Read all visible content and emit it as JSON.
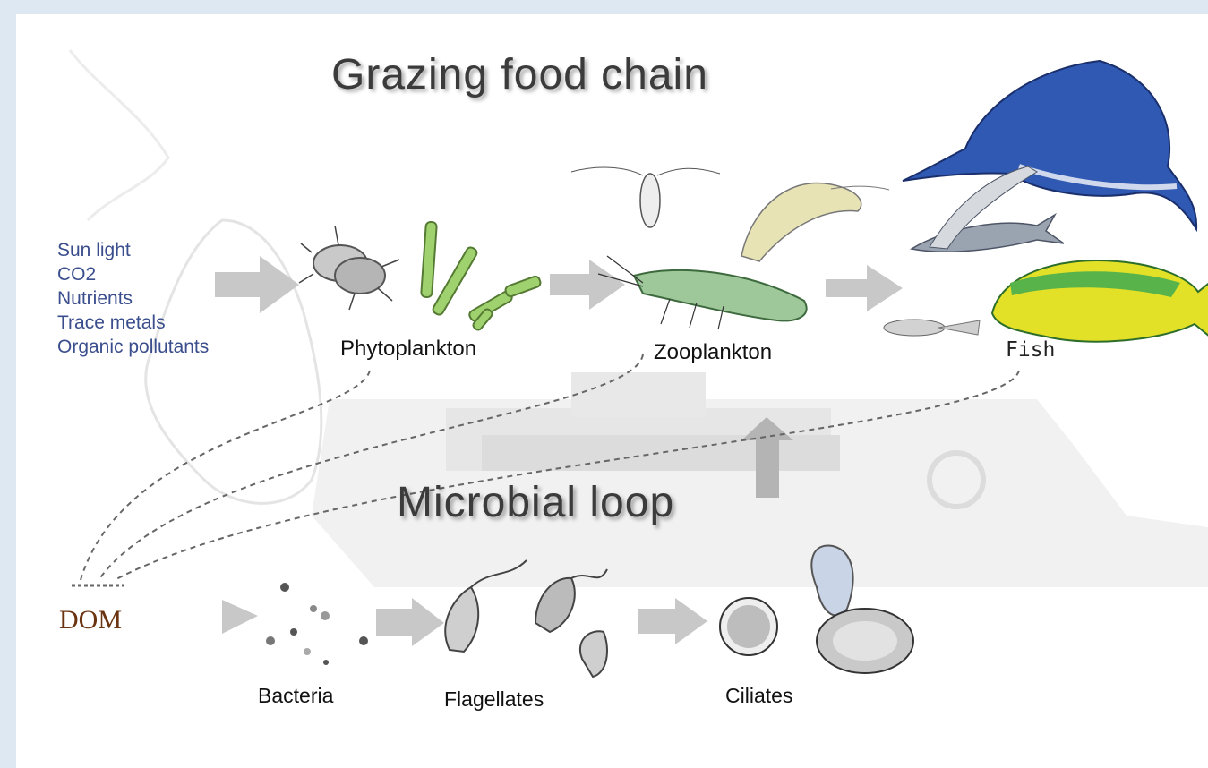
{
  "titles": {
    "grazing": "Grazing food chain",
    "microbial": "Microbial loop"
  },
  "inputs": [
    "Sun light",
    "CO2",
    "Nutrients",
    "Trace metals",
    "Organic pollutants"
  ],
  "labels": {
    "phytoplankton": "Phytoplankton",
    "zooplankton": "Zooplankton",
    "fish": "Fish",
    "dom": "DOM",
    "bacteria": "Bacteria",
    "flagellates": "Flagellates",
    "ciliates": "Ciliates"
  },
  "colors": {
    "background": "#dde8f3",
    "input_text": "#3a4d8c",
    "dom_text": "#6b3410",
    "arrow": "#c8c8c8"
  }
}
